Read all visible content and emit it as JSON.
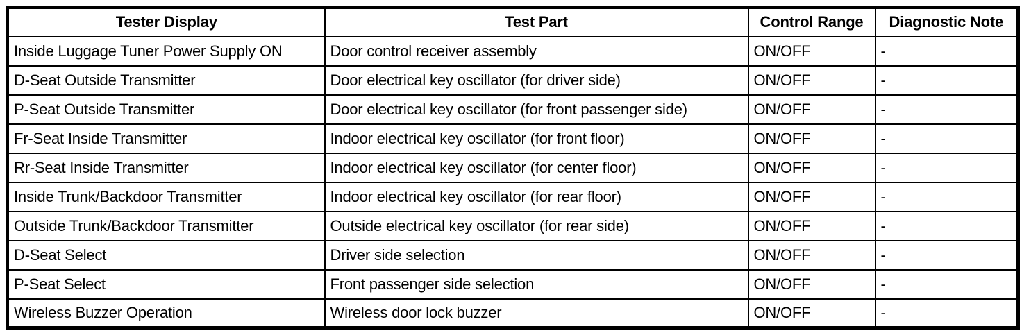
{
  "colors": {
    "border": "#000000",
    "background": "#ffffff",
    "text": "#000000"
  },
  "table": {
    "headers": {
      "tester_display": "Tester Display",
      "test_part": "Test Part",
      "control_range": "Control Range",
      "diagnostic_note": "Diagnostic Note"
    },
    "rows": [
      [
        "Inside Luggage Tuner Power Supply ON",
        "Door control receiver assembly",
        "ON/OFF",
        "-"
      ],
      [
        "D-Seat Outside Transmitter",
        "Door electrical key oscillator (for driver side)",
        "ON/OFF",
        "-"
      ],
      [
        "P-Seat Outside Transmitter",
        "Door electrical key oscillator (for front passenger side)",
        "ON/OFF",
        "-"
      ],
      [
        "Fr-Seat Inside Transmitter",
        "Indoor electrical key oscillator (for front floor)",
        "ON/OFF",
        "-"
      ],
      [
        "Rr-Seat Inside Transmitter",
        "Indoor electrical key oscillator (for center floor)",
        "ON/OFF",
        "-"
      ],
      [
        "Inside Trunk/Backdoor Transmitter",
        "Indoor electrical key oscillator (for rear floor)",
        "ON/OFF",
        "-"
      ],
      [
        "Outside Trunk/Backdoor Transmitter",
        "Outside electrical key oscillator (for rear side)",
        "ON/OFF",
        "-"
      ],
      [
        "D-Seat Select",
        "Driver side selection",
        "ON/OFF",
        "-"
      ],
      [
        "P-Seat Select",
        "Front passenger side selection",
        "ON/OFF",
        "-"
      ],
      [
        "Wireless Buzzer Operation",
        "Wireless door lock buzzer",
        "ON/OFF",
        "-"
      ]
    ]
  }
}
